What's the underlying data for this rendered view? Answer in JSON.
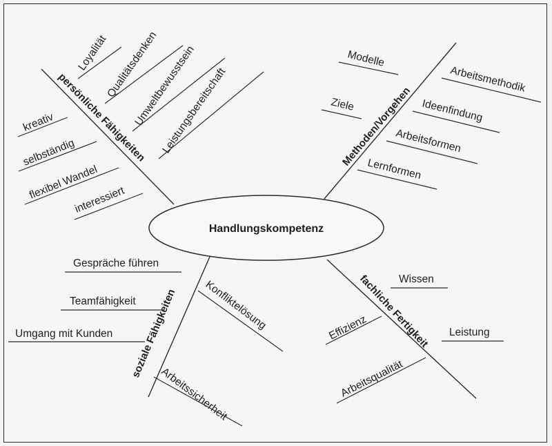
{
  "center": {
    "label": "Handlungskompetenz"
  },
  "branches": [
    {
      "id": "persoenlich",
      "title": "persönliche Fähigkeiten",
      "items": [
        "Loyalität",
        "Qualitätsdenken",
        "Umweltbewusstsein",
        "Leistungsbereitschaft",
        "kreativ",
        "selbständig",
        "flexibel Wandel",
        "interessiert"
      ]
    },
    {
      "id": "methoden",
      "title": "Methoden/Vorgehen",
      "items": [
        "Modelle",
        "Ziele",
        "Arbeitsmethodik",
        "Ideenfindung",
        "Arbeitsformen",
        "Lernformen"
      ]
    },
    {
      "id": "sozial",
      "title": "soziale Fähigkeiten",
      "items": [
        "Gespräche führen",
        "Teamfähigkeit",
        "Umgang mit Kunden",
        "Konfliktelösung",
        "Arbeitssicherheit"
      ]
    },
    {
      "id": "fachlich",
      "title": "fachliche Fertigkeit",
      "items": [
        "Wissen",
        "Effizienz",
        "Leistung",
        "Arbeitsqualität"
      ]
    }
  ],
  "colors": {
    "ink": "#1e1e1e",
    "paper": "#f7f6f4",
    "border": "#2a2a2a"
  }
}
